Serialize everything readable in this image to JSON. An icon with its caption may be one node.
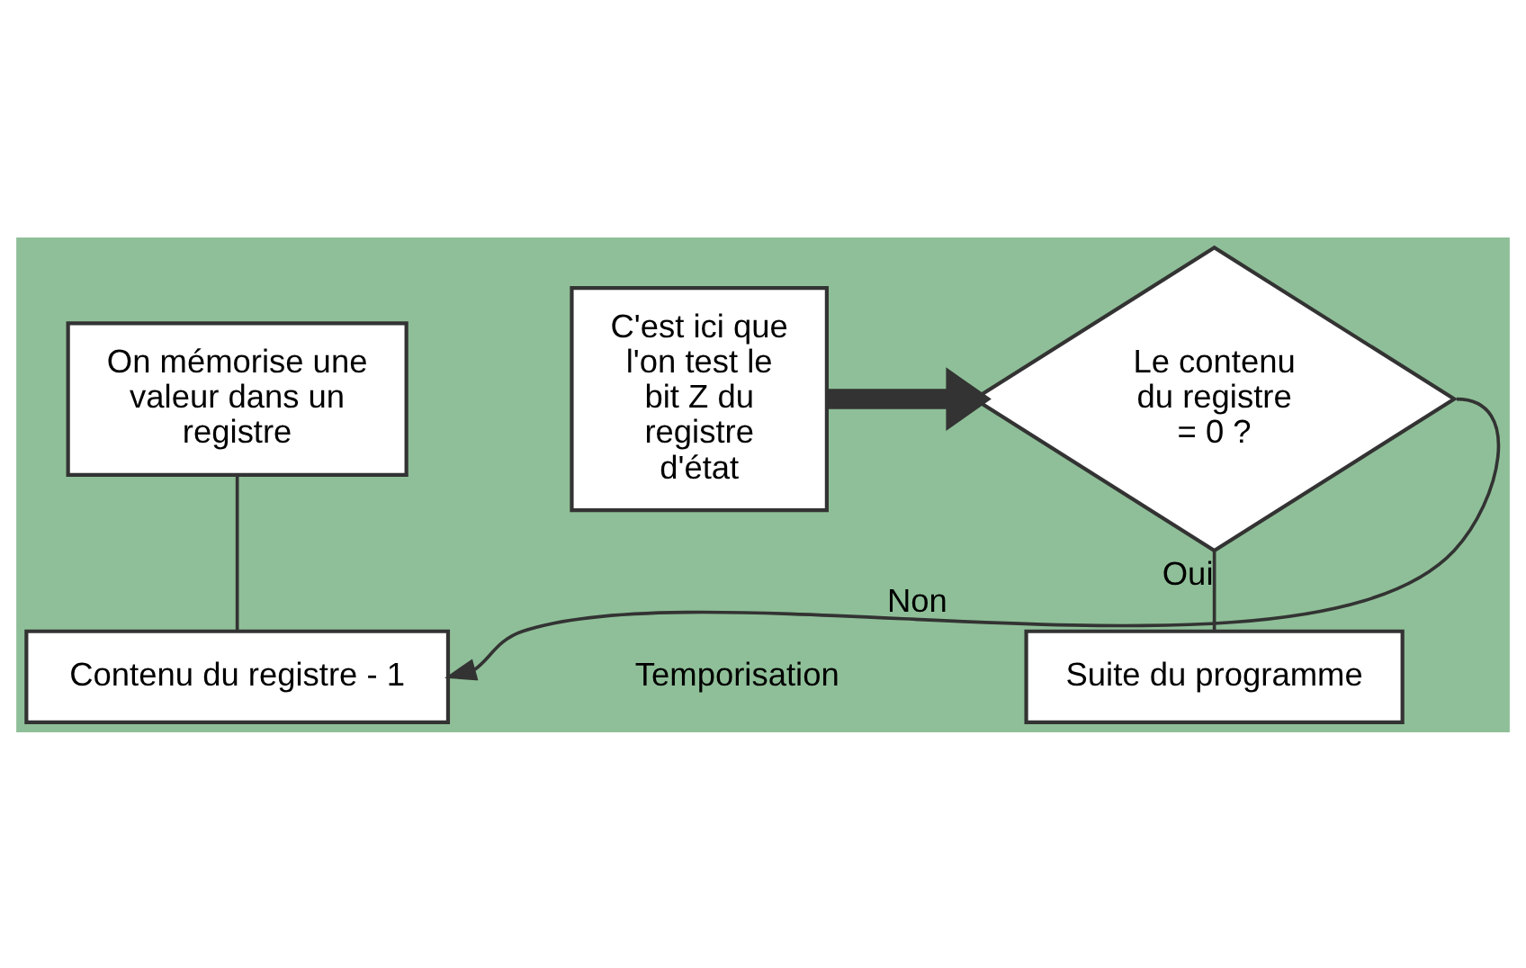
{
  "diagram": {
    "nodes": [
      {
        "text": [
          "On mémorise une valeur dans un registre"
        ]
      },
      {
        "text": [
          "Contenu du registre - 1"
        ]
      },
      {
        "text": [
          "Le contenu du registre = 0 ?"
        ]
      },
      {
        "text": [
          "Suite du programme"
        ]
      },
      {
        "text": [
          "C'est ici que l'on test le bit Z du registre d'état"
        ]
      }
    ],
    "edges": [
      {
        "from": 0,
        "to": 1,
        "arrow": "none"
      },
      {
        "from": 2,
        "to": 1,
        "arrow": "to",
        "label": "Non"
      },
      {
        "from": 2,
        "to": 3,
        "arrow": "none",
        "label": "Oui"
      },
      {
        "from": 4,
        "to": 2,
        "arrow": "to",
        "style": "thick"
      }
    ],
    "labels": [
      "Temporisation"
    ]
  }
}
